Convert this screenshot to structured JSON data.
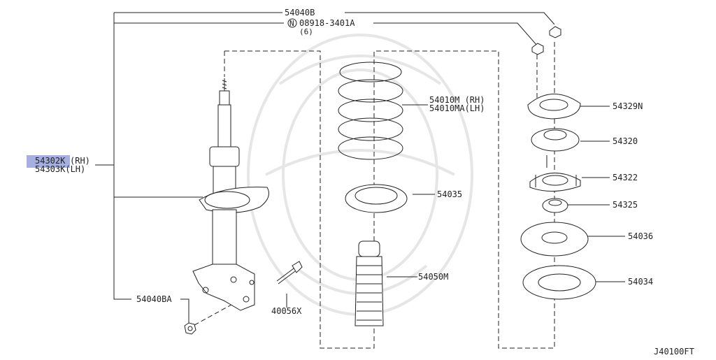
{
  "diagram": {
    "drawing_code": "J40100FT",
    "highlight_color": "#8e9bd8",
    "labels": {
      "p54040B": "54040B",
      "p08918": "08918-3401A",
      "p08918_mark": "N",
      "p08918_qty": "(6)",
      "p54302K": "54302K",
      "p54302K_side": "(RH)",
      "p54303K": "54303K(LH)",
      "p54040BA": "54040BA",
      "p40056X": "40056X",
      "p54010M": "54010M (RH)",
      "p54010MA": "54010MA(LH)",
      "p54035": "54035",
      "p54050M": "54050M",
      "p54329N": "54329N",
      "p54320": "54320",
      "p54322": "54322",
      "p54325": "54325",
      "p54036": "54036",
      "p54034": "54034"
    }
  }
}
